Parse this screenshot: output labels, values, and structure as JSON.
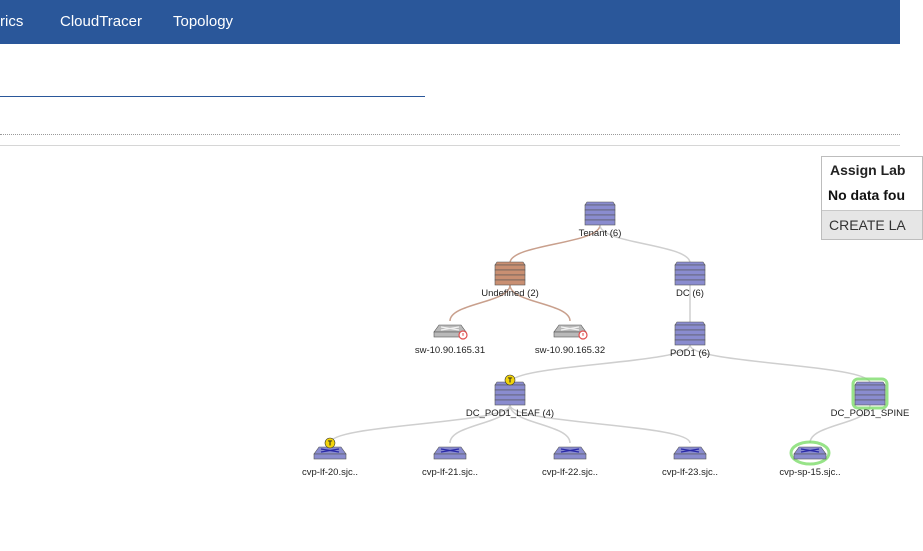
{
  "nav": {
    "items": [
      "rics",
      "CloudTracer",
      "Topology"
    ]
  },
  "panel": {
    "title": "Assign Lab",
    "message": "No data fou",
    "button": "CREATE LA"
  },
  "colors": {
    "nav": "#2a579a",
    "undefined_node": "#c98f72",
    "switch_node": "#8a8ccf",
    "spine_highlight": "#7ddc6a",
    "warning_badge": "#e05050",
    "tag_badge": "#f2d40a"
  },
  "topology": {
    "nodes": [
      {
        "id": "tenant",
        "label": "Tenant (6)",
        "kind": "container"
      },
      {
        "id": "undef",
        "label": "Undefined (2)",
        "kind": "container-undefined"
      },
      {
        "id": "dc",
        "label": "DC (6)",
        "kind": "container"
      },
      {
        "id": "sw31",
        "label": "sw-10.90.165.31",
        "kind": "device-warning"
      },
      {
        "id": "sw32",
        "label": "sw-10.90.165.32",
        "kind": "device-warning"
      },
      {
        "id": "pod1",
        "label": "POD1 (6)",
        "kind": "container"
      },
      {
        "id": "leaf",
        "label": "DC_POD1_LEAF (4)",
        "kind": "container-tagged"
      },
      {
        "id": "spine",
        "label": "DC_POD1_SPINE",
        "kind": "container-highlighted"
      },
      {
        "id": "lf20",
        "label": "cvp-lf-20.sjc..",
        "kind": "device-tagged"
      },
      {
        "id": "lf21",
        "label": "cvp-lf-21.sjc..",
        "kind": "device"
      },
      {
        "id": "lf22",
        "label": "cvp-lf-22.sjc..",
        "kind": "device"
      },
      {
        "id": "lf23",
        "label": "cvp-lf-23.sjc..",
        "kind": "device"
      },
      {
        "id": "sp15",
        "label": "cvp-sp-15.sjc..",
        "kind": "device-highlighted"
      }
    ],
    "links": [
      {
        "from": "tenant",
        "to": "undef"
      },
      {
        "from": "tenant",
        "to": "dc"
      },
      {
        "from": "undef",
        "to": "sw31"
      },
      {
        "from": "undef",
        "to": "sw32"
      },
      {
        "from": "dc",
        "to": "pod1"
      },
      {
        "from": "pod1",
        "to": "leaf"
      },
      {
        "from": "pod1",
        "to": "spine"
      },
      {
        "from": "leaf",
        "to": "lf20"
      },
      {
        "from": "leaf",
        "to": "lf21"
      },
      {
        "from": "leaf",
        "to": "lf22"
      },
      {
        "from": "leaf",
        "to": "lf23"
      },
      {
        "from": "spine",
        "to": "sp15"
      }
    ]
  }
}
